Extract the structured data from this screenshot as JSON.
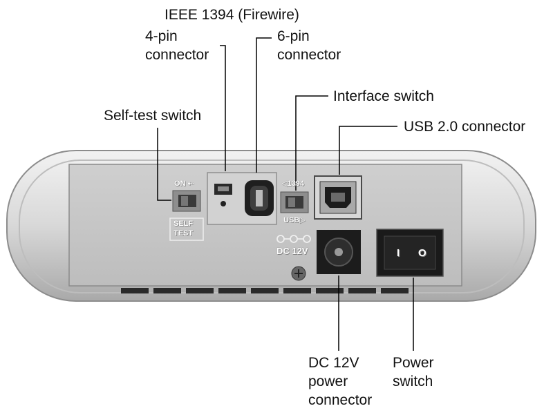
{
  "callouts": {
    "ieee1394": "IEEE 1394 (Firewire)",
    "pin4": [
      "4-pin",
      "connector"
    ],
    "pin6": [
      "6-pin",
      "connector"
    ],
    "interface_switch": "Interface switch",
    "self_test_switch": "Self-test switch",
    "usb": "USB 2.0 connector",
    "dc12v": [
      "DC 12V",
      "power",
      "connector"
    ],
    "power_switch": [
      "Power",
      "switch"
    ]
  },
  "panel_markings": {
    "on": "ON",
    "self": "SELF",
    "test": "TEST",
    "fw": "1394",
    "usb": "USB",
    "dc": "DC 12V",
    "rocker_off": "I",
    "rocker_on": "O"
  },
  "colors": {
    "housing": "#d6d6d6",
    "panel": "#c2c2c2",
    "port_dark": "#1c1c1c",
    "leader": "#000000"
  }
}
